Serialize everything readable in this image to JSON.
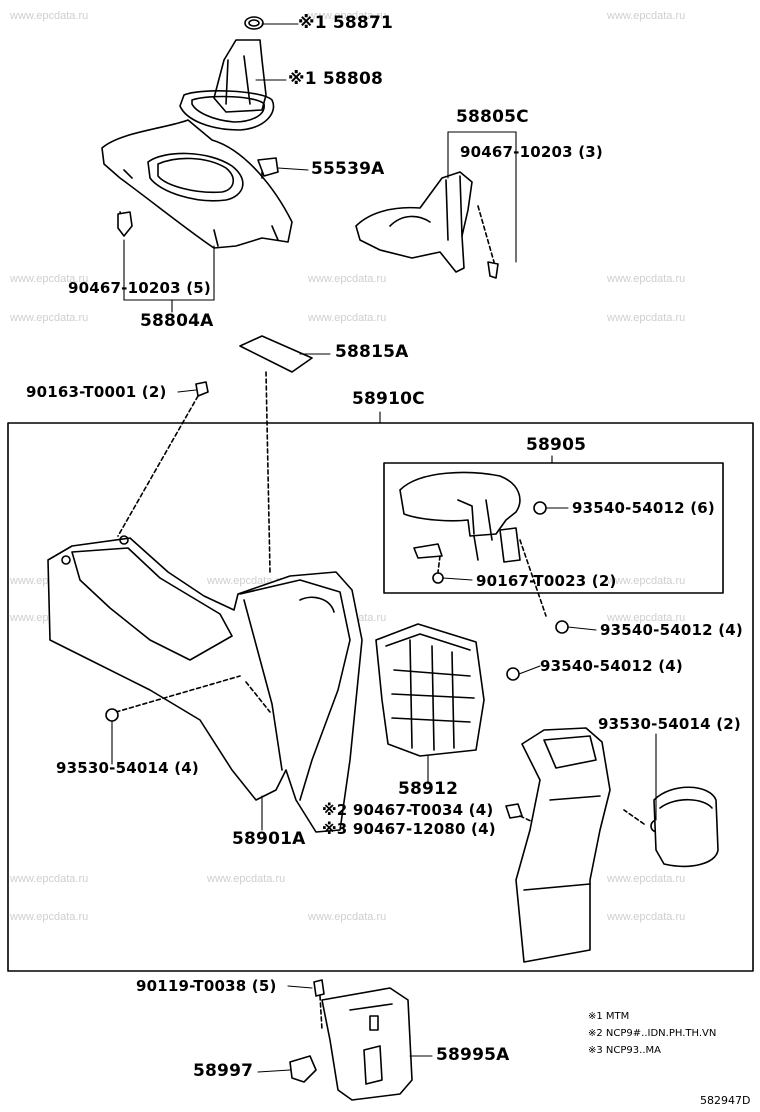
{
  "watermark": "www.epcdata.ru",
  "parts": {
    "p58871": "※1 58871",
    "p58808": "※1 58808",
    "p55539A": "55539A",
    "p58805C": "58805C",
    "p90467_10203_3": "90467-10203 (3)",
    "p90467_10203_5": "90467-10203 (5)",
    "p58804A": "58804A",
    "p58815A": "58815A",
    "p90163_T0001_2": "90163-T0001 (2)",
    "p58910C": "58910C",
    "p58905": "58905",
    "p93540_54012_6": "93540-54012 (6)",
    "p90167_T0023_2": "90167-T0023 (2)",
    "p93540_54012_4a": "93540-54012 (4)",
    "p93540_54012_4b": "93540-54012 (4)",
    "p93530_54014_2": "93530-54014 (2)",
    "p93530_54014_4": "93530-54014 (4)",
    "p58912": "58912",
    "p90467_T0034_4": "※2 90467-T0034 (4)",
    "p90467_12080_4": "※3 90467-12080 (4)",
    "p58901A": "58901A",
    "p90119_T0038_5": "90119-T0038 (5)",
    "p58997": "58997",
    "p58995A": "58995A"
  },
  "notes": {
    "n1": "※1  MTM",
    "n2": "※2  NCP9#..IDN.PH.TH.VN",
    "n3": "※3  NCP93..MA"
  },
  "diagram_code": "582947D"
}
